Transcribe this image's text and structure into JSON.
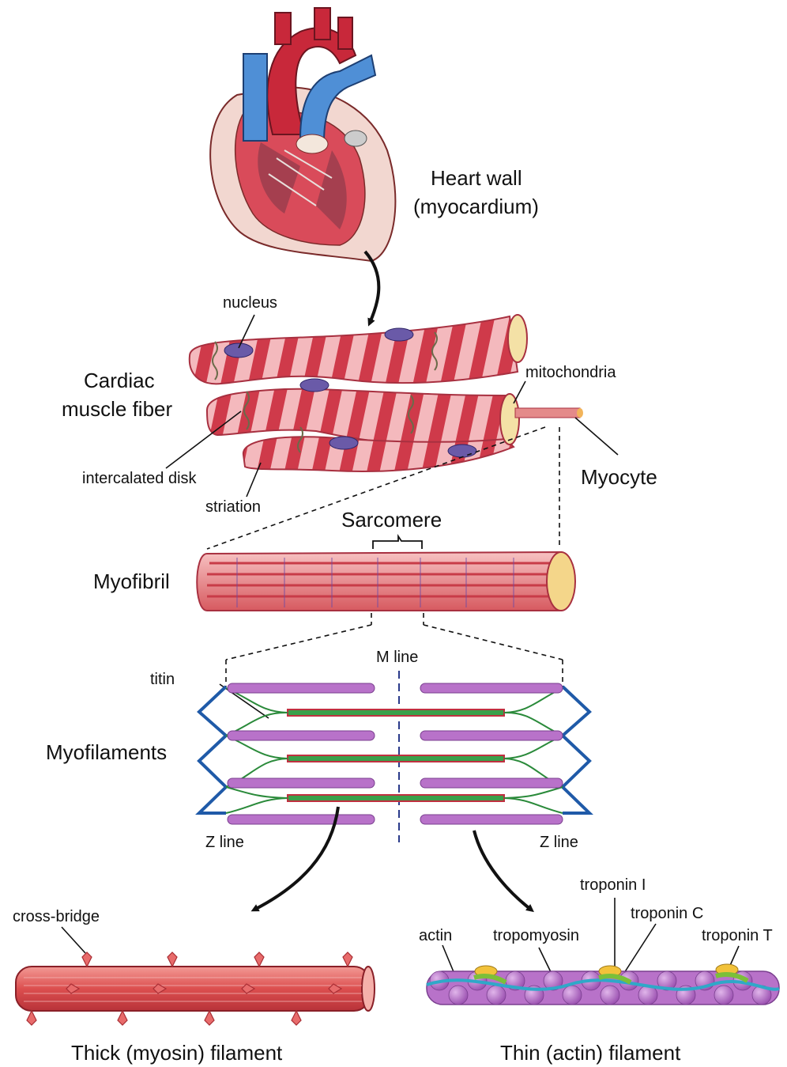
{
  "labels": {
    "heart_wall_line1": "Heart wall",
    "heart_wall_line2": "(myocardium)",
    "nucleus": "nucleus",
    "cardiac_line1": "Cardiac",
    "cardiac_line2": "muscle fiber",
    "mitochondria": "mitochondria",
    "intercalated_disk": "intercalated disk",
    "striation": "striation",
    "myocyte": "Myocyte",
    "sarcomere": "Sarcomere",
    "myofibril": "Myofibril",
    "m_line": "M line",
    "titin": "titin",
    "myofilaments": "Myofilaments",
    "z_line_left": "Z line",
    "z_line_right": "Z line",
    "cross_bridge": "cross-bridge",
    "actin": "actin",
    "tropomyosin": "tropomyosin",
    "troponin_i": "troponin I",
    "troponin_c": "troponin C",
    "troponin_t": "troponin T",
    "thick_filament": "Thick (myosin) filament",
    "thin_filament": "Thin (actin) filament"
  },
  "colors": {
    "muscle_red": "#d84a55",
    "muscle_light": "#f3b3b3",
    "nucleus_purple": "#6a5aa8",
    "actin_purple": "#b872c9",
    "myosin_green": "#3aa04a",
    "zline_blue": "#1f5aa8",
    "aorta_red": "#c8283a",
    "vein_blue": "#4f8fd6",
    "troponin_yellow": "#f2c23a"
  },
  "icons": {
    "heart": "heart-anatomy-icon"
  }
}
